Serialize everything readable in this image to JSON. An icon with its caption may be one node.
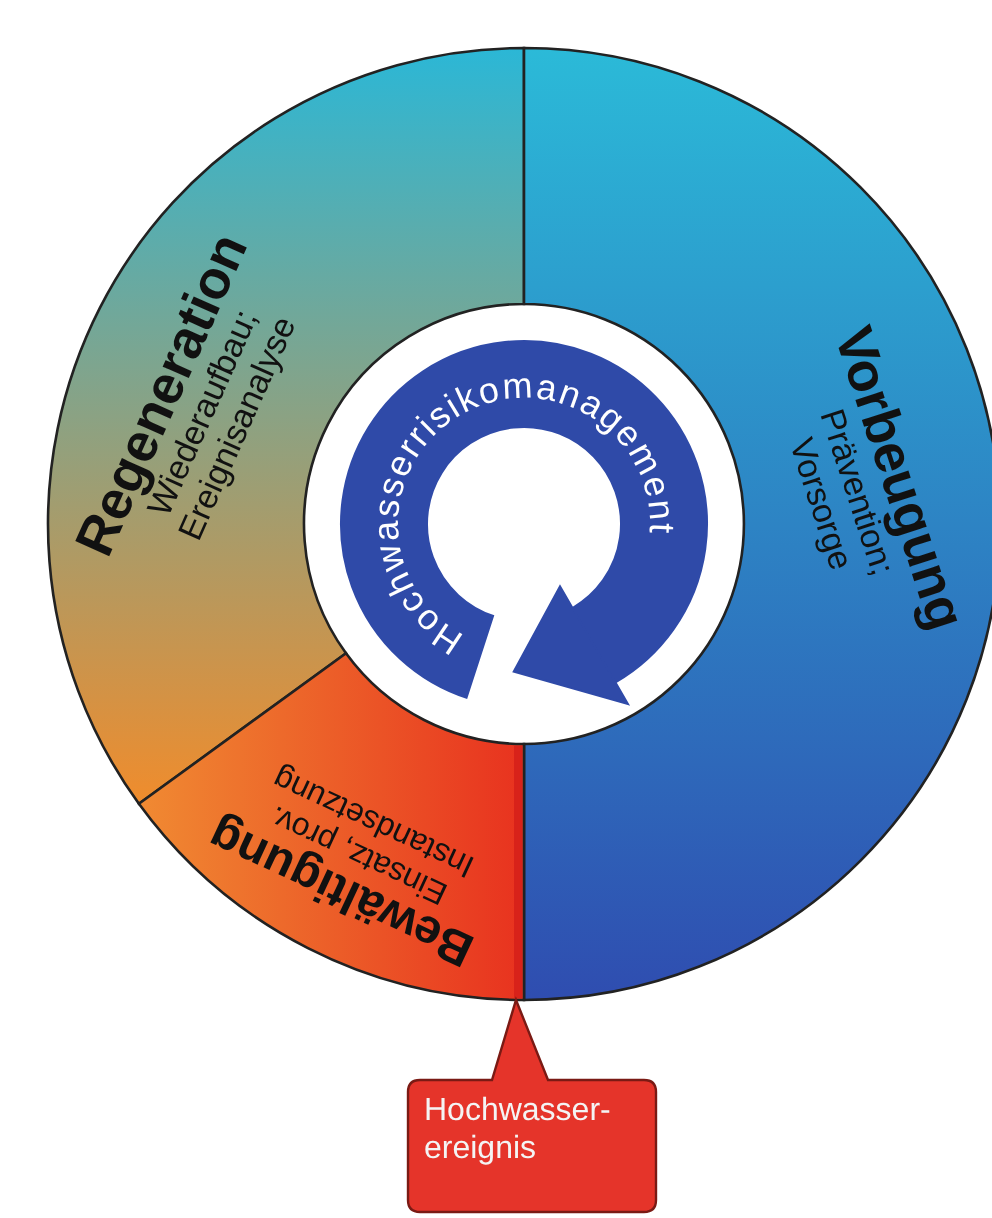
{
  "diagram": {
    "nodes": [
      {
        "text": [
          "Regeneration",
          "Wiederaufbau; Ereignisanalyse"
        ]
      },
      {
        "text": [
          "Vorbeugung",
          "Prävention; Vorsorge"
        ]
      },
      {
        "text": [
          "Hochwasserrisikomanagement"
        ]
      },
      {
        "text": [
          "Bewältigung",
          "Einsatz, prov. Instandsetzung"
        ]
      },
      {
        "text": [
          "Hochwasser- ereignis"
        ]
      }
    ]
  }
}
